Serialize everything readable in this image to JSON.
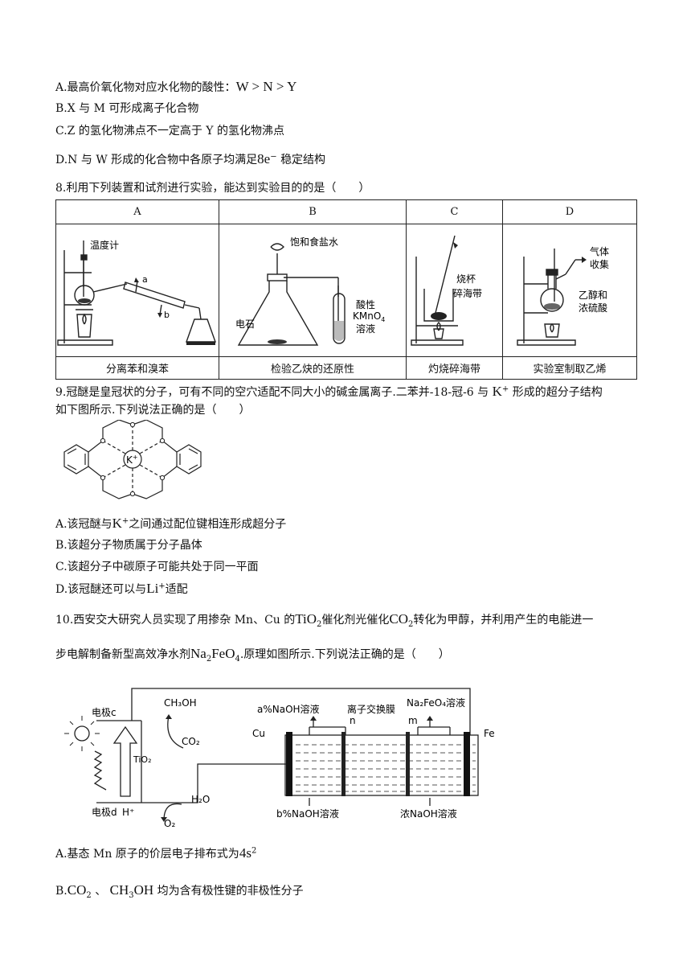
{
  "q7": {
    "optA_prefix": "A.最高价氧化物对应水化物的酸性：",
    "optA_formula": "W > N > Y",
    "optB": "B.X 与 M 可形成离子化合物",
    "optC": "C.Z 的氢化物沸点不一定高于 Y 的氢化物沸点",
    "optD_prefix": "D.N 与 W 形成的化合物中各原子均满足",
    "optD_formula": "8e",
    "optD_sup": "−",
    "optD_suffix": "稳定结构"
  },
  "q8": {
    "stem": "8.利用下列装置和试剂进行实验，能达到实验目的的是（　　）",
    "headers": [
      "A",
      "B",
      "C",
      "D"
    ],
    "captions": [
      "分离苯和溴苯",
      "检验乙炔的还原性",
      "灼烧碎海带",
      "实验室制取乙烯"
    ],
    "labels": {
      "a_thermometer": "温度计",
      "a_in": "a",
      "a_out": "b",
      "b_funnel": "饱和食盐水",
      "b_solid": "电石",
      "b_tube1": "酸性",
      "b_tube2": "KMnO",
      "b_tube2_sub": "4",
      "b_tube3": "溶液",
      "c_beaker": "烧杯",
      "c_seaweed": "碎海带",
      "d_gas1": "气体",
      "d_gas2": "收集",
      "d_reagent1": "乙醇和",
      "d_reagent2": "浓硫酸"
    }
  },
  "q9": {
    "stem1_prefix": "9.冠醚是皇冠状的分子，可有不同的空穴适配不同大小的碱金属离子.二苯并-18-冠-6 与",
    "stem1_ion": "K",
    "stem1_ion_charge": "+",
    "stem1_suffix": "形成的超分子结构",
    "stem2": "如下图所示.下列说法正确的是（　　）",
    "center_ion": "K",
    "center_ion_charge": "+",
    "optA_prefix": "A.该冠醚与",
    "optA_ion": "K",
    "optA_ion_charge": "+",
    "optA_suffix": "之间通过配位键相连形成超分子",
    "optB": "B.该超分子物质属于分子晶体",
    "optC": "C.该超分子中碳原子可能共处于同一平面",
    "optD_prefix": "D.该冠醚还可以与",
    "optD_ion": "Li",
    "optD_ion_charge": "+",
    "optD_suffix": "适配"
  },
  "q10": {
    "stem1_a": "10.西安交大研究人员实现了用掺杂 Mn、Cu 的",
    "stem1_tio2": "TiO",
    "stem1_tio2_sub": "2",
    "stem1_b": "催化剂光催化",
    "stem1_co2": "CO",
    "stem1_co2_sub": "2",
    "stem1_c": "转化为甲醇，并利用产生的电能进一",
    "stem2_a": "步电解制备新型高效净水剂",
    "stem2_formula": "Na",
    "stem2_formula_sub": "2",
    "stem2_formula2": "FeO",
    "stem2_formula2_sub": "4",
    "stem2_b": ".原理如图所示.下列说法正确的是（　　）",
    "diagram": {
      "electrode_c": "电极c",
      "electrode_d": "电极d",
      "h_plus": "H⁺",
      "tio2": "TiO₂",
      "ch3oh": "CH₃OH",
      "co2": "CO₂",
      "h2o": "H₂O",
      "o2": "O₂",
      "cu": "Cu",
      "fe": "Fe",
      "a_naoh": "a%NaOH溶液",
      "membrane": "离子交换膜",
      "na2feo4": "Na₂FeO₄溶液",
      "n": "n",
      "m": "m",
      "b_naoh": "b%NaOH溶液",
      "conc_naoh": "浓NaOH溶液"
    },
    "optA_prefix": "A.基态 Mn 原子的价层电子排布式为",
    "optA_formula": "4s",
    "optA_sup": "2",
    "optB_prefix": "B.",
    "optB_f1": "CO",
    "optB_f1_sub": "2",
    "optB_mid": "、",
    "optB_f2": "CH",
    "optB_f2_sub": "3",
    "optB_f2b": "OH",
    "optB_suffix": "均为含有极性键的非极性分子"
  }
}
